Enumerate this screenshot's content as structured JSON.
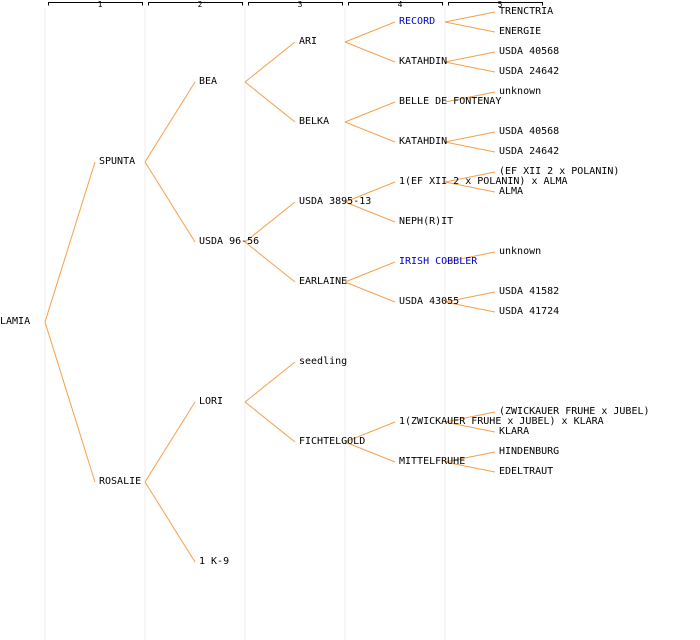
{
  "generations": [
    "1",
    "2",
    "3",
    "4",
    "5"
  ],
  "colors": {
    "line": "#f7a04a",
    "divider": "#eeeeee",
    "link": "#0000c8"
  },
  "nodes": {
    "lamia": "LAMIA",
    "spunta": "SPUNTA",
    "rosalie": "ROSALIE",
    "bea": "BEA",
    "usda_96_56": "USDA 96-56",
    "lori": "LORI",
    "k9": "1 K-9",
    "ari": "ARI",
    "belka": "BELKA",
    "usda_3895_13": "USDA 3895-13",
    "earlaine": "EARLAINE",
    "seedling": "seedling",
    "fichtelgold": "FICHTELGOLD",
    "record": "RECORD",
    "katahdin_1": "KATAHDIN",
    "belle_de_fontenay": "BELLE DE FONTENAY",
    "katahdin_2": "KATAHDIN",
    "ef_cross_alma": "1(EF XII 2 x POLANIN) x ALMA",
    "nephrit": "NEPH(R)IT",
    "irish_cobbler": "IRISH COBBLER",
    "usda_43055": "USDA 43055",
    "zwick_cross_klara": "1(ZWICKAUER FRUHE x JUBEL) x KLARA",
    "mittelfruhe": "MITTELFRUHE",
    "trenctria": "TRENCTRIA",
    "energie": "ENERGIE",
    "usda_40568_1": "USDA 40568",
    "usda_24642_1": "USDA 24642",
    "unknown_1": "unknown",
    "usda_40568_2": "USDA 40568",
    "usda_24642_2": "USDA 24642",
    "ef_xii_polanin": "(EF XII 2 x POLANIN)",
    "alma": "ALMA",
    "unknown_2": "unknown",
    "usda_41582": "USDA 41582",
    "usda_41724": "USDA 41724",
    "zwick_jubel": "(ZWICKAUER FRUHE x JUBEL)",
    "klara": "KLARA",
    "hindenburg": "HINDENBURG",
    "edeltraut": "EDELTRAUT"
  }
}
